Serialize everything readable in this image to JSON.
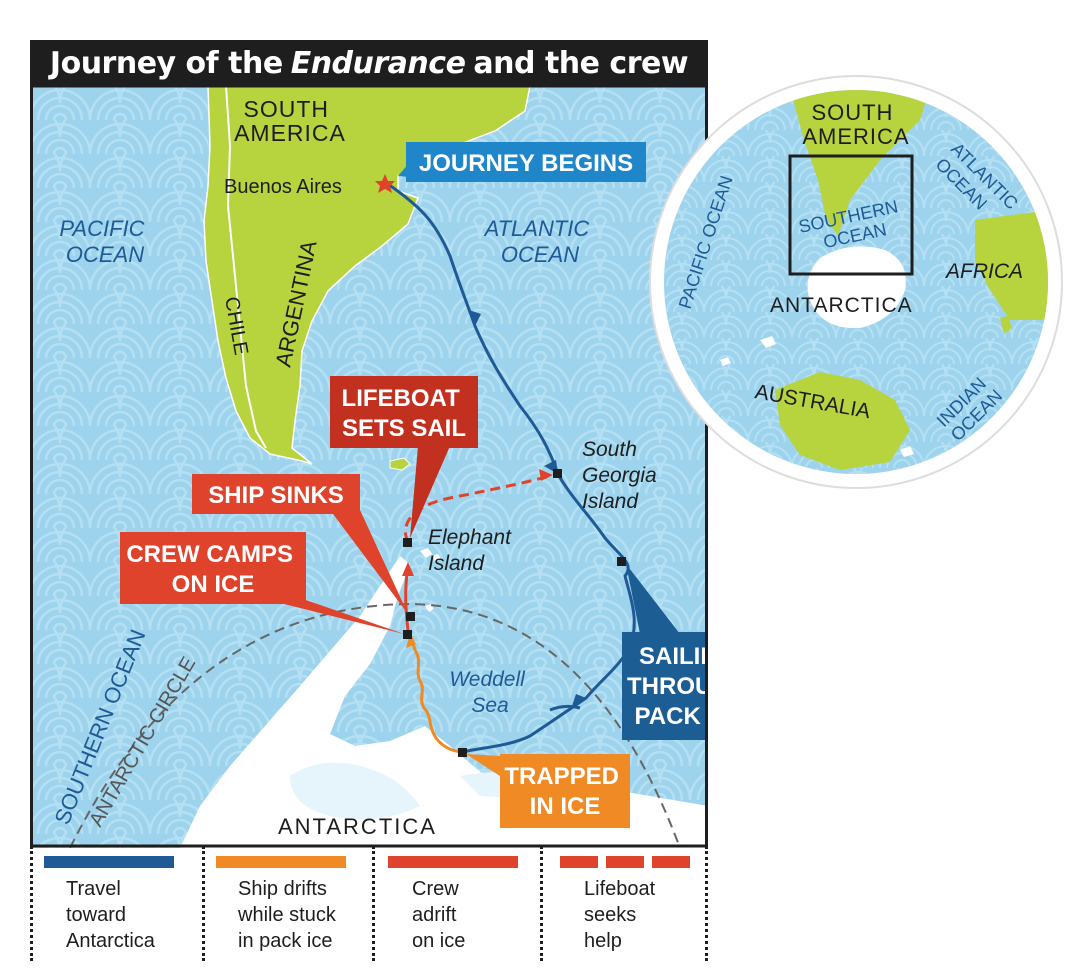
{
  "title": {
    "prefix": "Journey of the",
    "italic": "Endurance",
    "suffix": "and the crew"
  },
  "regions": {
    "south_america": "SOUTH\nAMERICA",
    "pacific": "PACIFIC\nOCEAN",
    "atlantic": "ATLANTIC\nOCEAN",
    "argentina": "ARGENTINA",
    "chile": "CHILE",
    "antarctica": "ANTARCTICA",
    "southern_ocean": "SOUTHERN OCEAN",
    "antarctic_circle": "ANTARCTIC CIRCLE",
    "weddell": "Weddell\nSea"
  },
  "places": {
    "buenos_aires": "Buenos Aires",
    "south_georgia": "South\nGeorgia\nIsland",
    "elephant_island": "Elephant\nIsland"
  },
  "callouts": {
    "journey_begins": "JOURNEY BEGINS",
    "lifeboat": "LIFEBOAT\nSETS SAIL",
    "ship_sinks": "SHIP SINKS",
    "crew_camps": "CREW CAMPS\nON ICE",
    "sailing": "SAILING\nTHROUGH\nPACK ICE",
    "trapped": "TRAPPED\nIN ICE"
  },
  "inset": {
    "south_america": "SOUTH\nAMERICA",
    "atlantic": "ATLANTIC\nOCEAN",
    "pacific": "PACIFIC OCEAN",
    "southern_ocean": "SOUTHERN\nOCEAN",
    "africa": "AFRICA",
    "antarctica": "ANTARCTICA",
    "australia": "AUSTRALIA",
    "indian": "INDIAN\nOCEAN"
  },
  "legend": [
    {
      "label": "Travel\ntoward\nAntarctica",
      "color": "#1f5a96",
      "style": "solid"
    },
    {
      "label": "Ship drifts\nwhile stuck\nin pack ice",
      "color": "#f08a24",
      "style": "solid"
    },
    {
      "label": "Crew\nadrift\non ice",
      "color": "#e0432c",
      "style": "solid"
    },
    {
      "label": "Lifeboat\nseeks\nhelp",
      "color": "#e0432c",
      "style": "dashed"
    }
  ],
  "colors": {
    "ocean": "#9dd3ec",
    "land": "#b7d33e",
    "ice": "#ffffff",
    "blue_route": "#1f5a96",
    "orange_route": "#f08a24",
    "red_route": "#e0432c",
    "blue_box": "#1f86c9",
    "sailing_box": "#1c5d94",
    "red_box": "#e0432c",
    "orange_box": "#f08a24"
  }
}
